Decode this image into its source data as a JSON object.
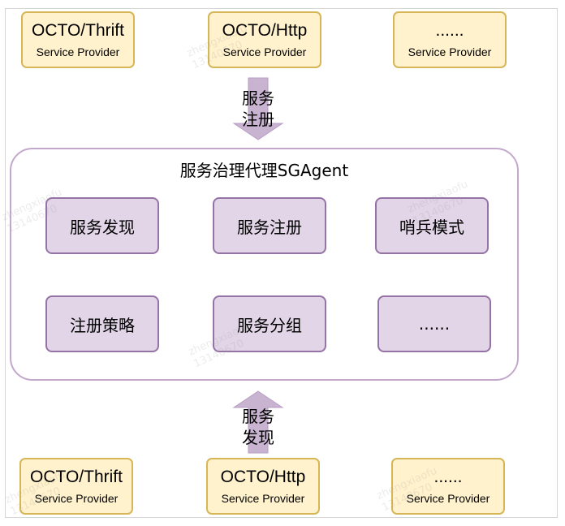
{
  "top_providers": [
    {
      "title": "OCTO/Thrift",
      "subtitle": "Service Provider"
    },
    {
      "title": "OCTO/Http",
      "subtitle": "Service Provider"
    },
    {
      "title": "......",
      "subtitle": "Service Provider"
    }
  ],
  "register_arrow": {
    "line1": "服务",
    "line2": "注册"
  },
  "agent": {
    "title": "服务治理代理SGAgent",
    "modules": [
      "服务发现",
      "服务注册",
      "哨兵模式",
      "注册策略",
      "服务分组",
      "......"
    ]
  },
  "discover_arrow": {
    "line1": "服务",
    "line2": "发现"
  },
  "bottom_providers": [
    {
      "title": "OCTO/Thrift",
      "subtitle": "Service Provider"
    },
    {
      "title": "OCTO/Http",
      "subtitle": "Service Provider"
    },
    {
      "title": "......",
      "subtitle": "Service Provider"
    }
  ],
  "watermark": {
    "name": "zhengxiaofu",
    "id": "13140670"
  },
  "colors": {
    "provider_fill": "#fff2cc",
    "provider_border": "#d6b656",
    "module_fill": "#e1d5e7",
    "module_border": "#9673a6",
    "agent_border": "#c3a8cc",
    "arrow_fill": "#c8b3d1"
  }
}
